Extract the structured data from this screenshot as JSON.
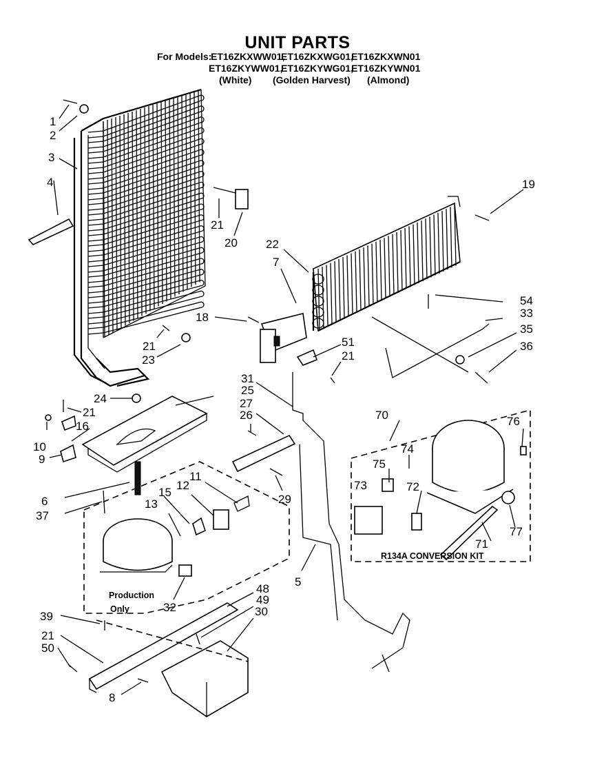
{
  "title": "UNIT PARTS",
  "models": {
    "prefix": "For Models:",
    "row1": [
      "ET16ZKXWW01,",
      "ET16ZKXWG01,",
      "ET16ZKXWN01"
    ],
    "row2": [
      "ET16ZKYWW01,",
      "ET16ZKYWG01,",
      "ET16ZKYWN01"
    ],
    "colors": [
      "(White)",
      "(Golden Harvest)",
      "(Almond)"
    ]
  },
  "notes": {
    "production_1": "Production",
    "production_2": "Only",
    "kit": "R134A CONVERSION KIT"
  },
  "callouts": {
    "c1": "1",
    "c2": "2",
    "c3": "3",
    "c4": "4",
    "c5": "5",
    "c6": "6",
    "c7": "7",
    "c8": "8",
    "c9": "9",
    "c10": "10",
    "c11": "11",
    "c12": "12",
    "c13": "13",
    "c15": "15",
    "c16": "16",
    "c18": "18",
    "c19": "19",
    "c20": "20",
    "c21a": "21",
    "c21b": "21",
    "c21c": "21",
    "c21d": "21",
    "c21e": "21",
    "c22": "22",
    "c23": "23",
    "c24": "24",
    "c25": "25",
    "c26": "26",
    "c27": "27",
    "c29": "29",
    "c30": "30",
    "c31": "31",
    "c32": "32",
    "c33": "33",
    "c35": "35",
    "c36": "36",
    "c37": "37",
    "c39": "39",
    "c48": "48",
    "c49": "49",
    "c50": "50",
    "c51": "51",
    "c54": "54",
    "c70": "70",
    "c71": "71",
    "c72": "72",
    "c73": "73",
    "c74": "74",
    "c75": "75",
    "c76": "76",
    "c77": "77"
  }
}
